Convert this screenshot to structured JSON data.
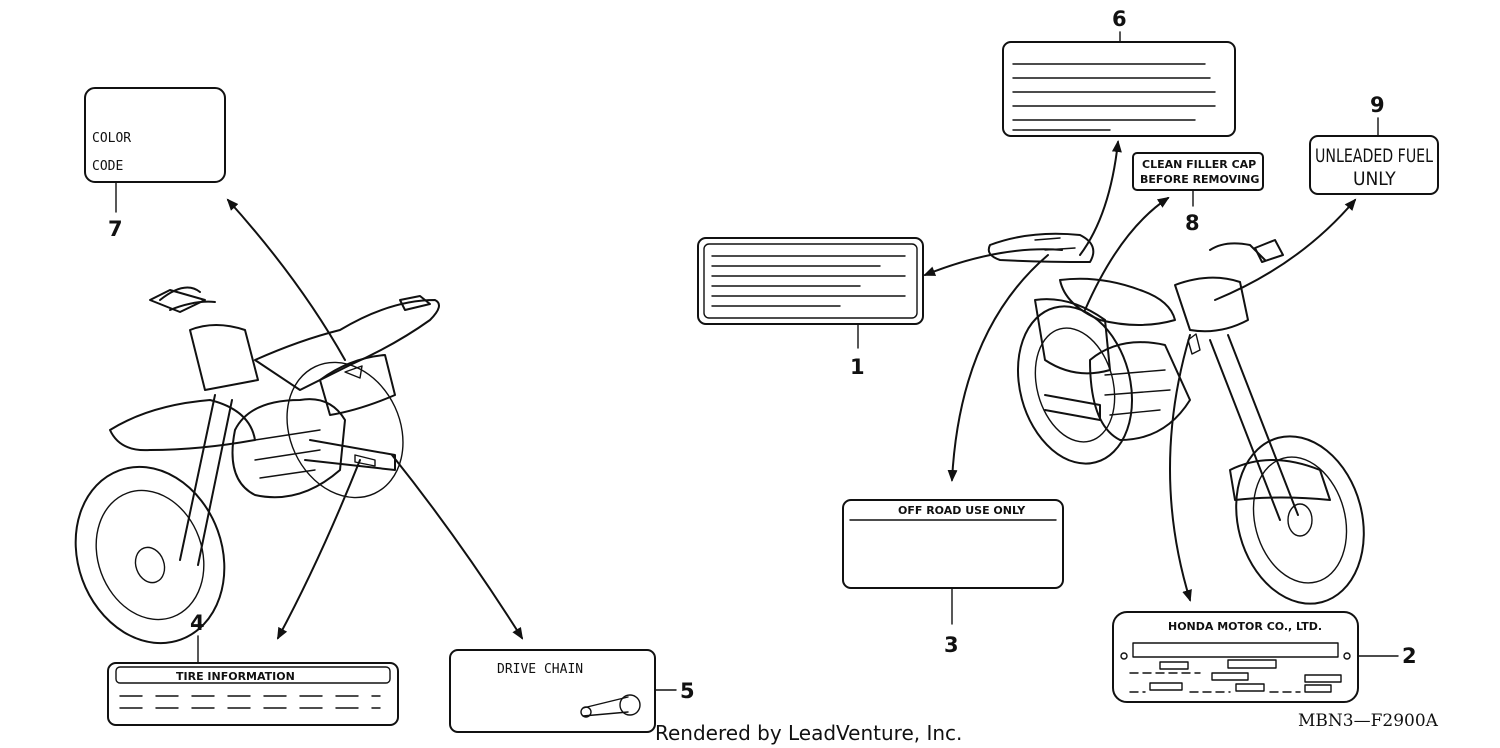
{
  "callouts": {
    "c1": "1",
    "c2": "2",
    "c3": "3",
    "c4": "4",
    "c5": "5",
    "c6": "6",
    "c7": "7",
    "c8": "8",
    "c9": "9"
  },
  "labels": {
    "color_code_line1": "COLOR",
    "color_code_line2": "CODE",
    "tire_information": "TIRE INFORMATION",
    "drive_chain": "DRIVE CHAIN",
    "off_road": "OFF ROAD USE ONLY",
    "honda_motor": "HONDA MOTOR CO., LTD.",
    "clean_cap_line1": "CLEAN FILLER CAP",
    "clean_cap_line2": "BEFORE REMOVING",
    "unleaded_line1": "UNLEADED FUEL",
    "unleaded_line2": "UNLY"
  },
  "diagram_code": "MBN3—F2900A",
  "credit": "Rendered by LeadVenture, Inc."
}
